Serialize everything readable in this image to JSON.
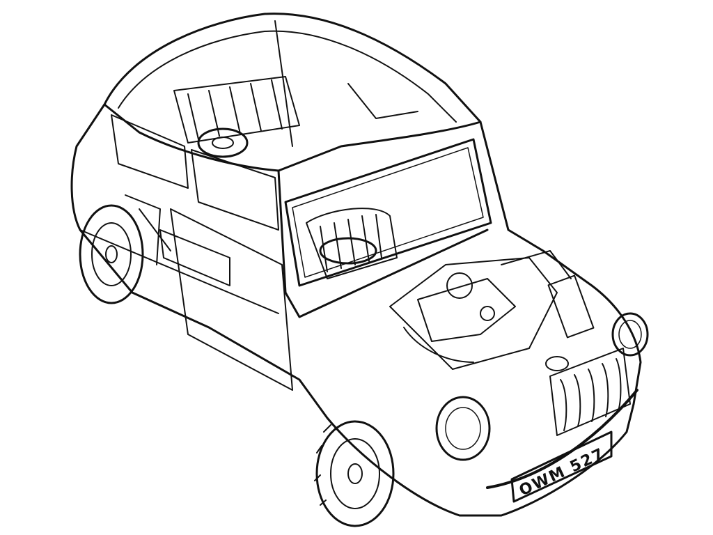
{
  "illustration": {
    "subject": "Cutaway technical line drawing of a classic Mini car",
    "style": "black ink on white",
    "colors": {
      "ink": "#111111",
      "paper": "#ffffff",
      "hatch": "#555555"
    },
    "license_plate": {
      "text": "OWM 527"
    },
    "visible_parts": [
      "roof frame",
      "windscreen",
      "rear window",
      "side windows",
      "front seats",
      "rear seat",
      "steering wheel",
      "spare wheel",
      "engine",
      "radiator",
      "front grille",
      "badge",
      "headlamps",
      "front bumper",
      "front wheel",
      "rear wheel",
      "door",
      "fuel tank",
      "suspension"
    ]
  }
}
